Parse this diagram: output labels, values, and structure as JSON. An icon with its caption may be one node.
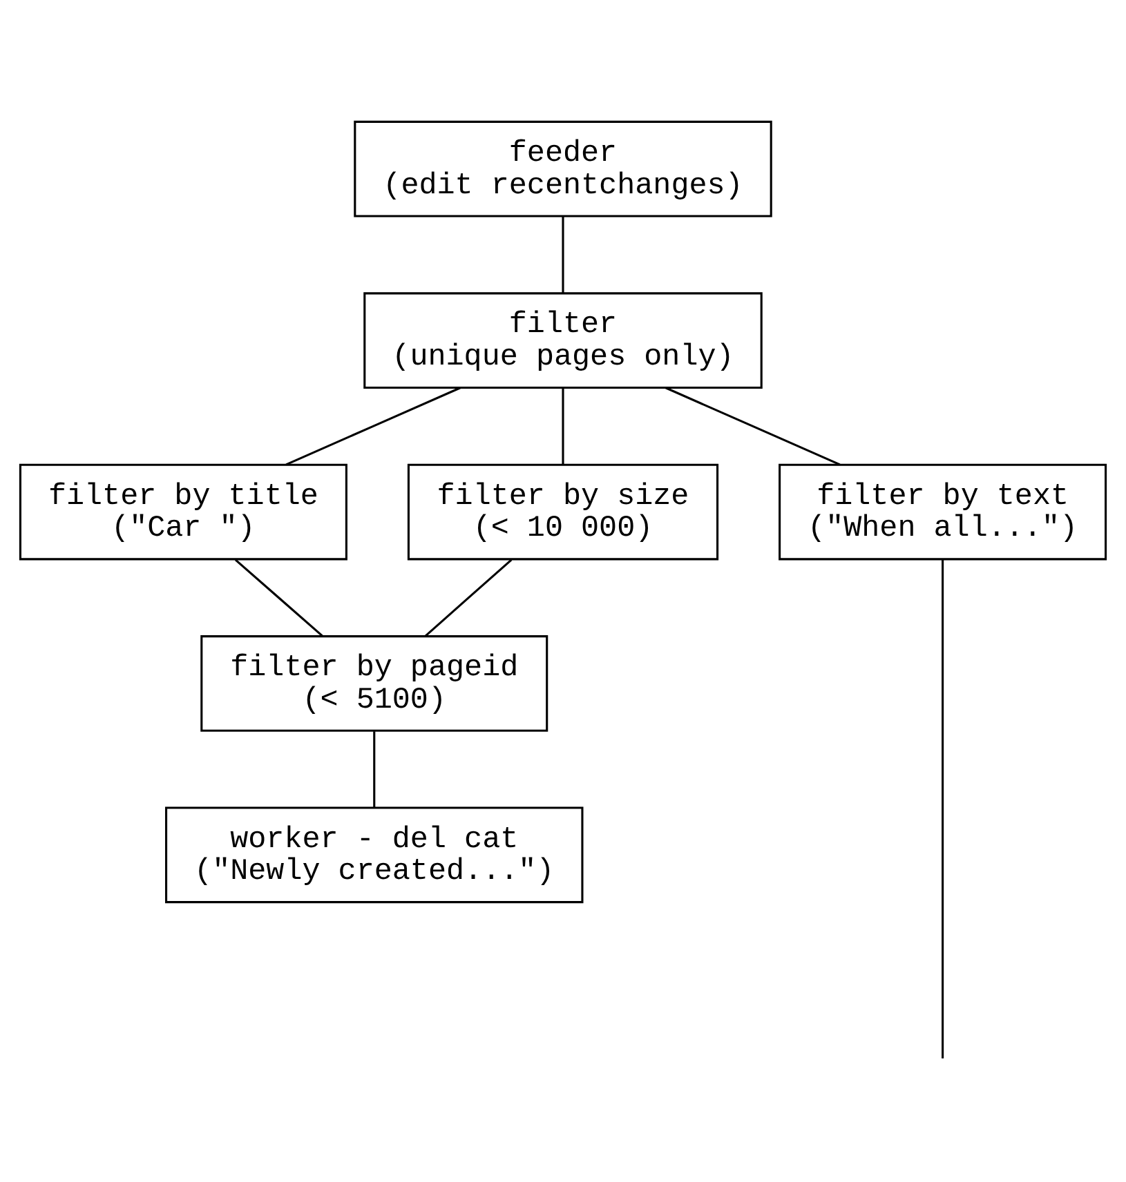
{
  "diagram": {
    "nodes": [
      {
        "text": [
          "feeder",
          "(edit recentchanges)"
        ]
      },
      {
        "text": [
          "filter",
          "(unique pages only)"
        ]
      },
      {
        "text": [
          "filter by title",
          "(\"Car \")"
        ]
      },
      {
        "text": [
          "filter by size",
          "(< 10 000)"
        ]
      },
      {
        "text": [
          "filter by text",
          "(\"When all...\")"
        ]
      },
      {
        "text": [
          "filter by pageid",
          "(< 5100)"
        ]
      },
      {
        "text": [
          "worker - del cat",
          "(\"Newly created...\")"
        ]
      }
    ],
    "edges": [
      {
        "from": 0,
        "to": 1,
        "arrow": "none"
      },
      {
        "from": 1,
        "to": 2,
        "arrow": "none"
      },
      {
        "from": 1,
        "to": 3,
        "arrow": "none"
      },
      {
        "from": 1,
        "to": 4,
        "arrow": "none"
      },
      {
        "from": 2,
        "to": 5,
        "arrow": "none"
      },
      {
        "from": 3,
        "to": 5,
        "arrow": "none"
      },
      {
        "from": 5,
        "to": 6,
        "arrow": "none"
      },
      {
        "from": 4,
        "to": null,
        "arrow": "none"
      }
    ]
  }
}
